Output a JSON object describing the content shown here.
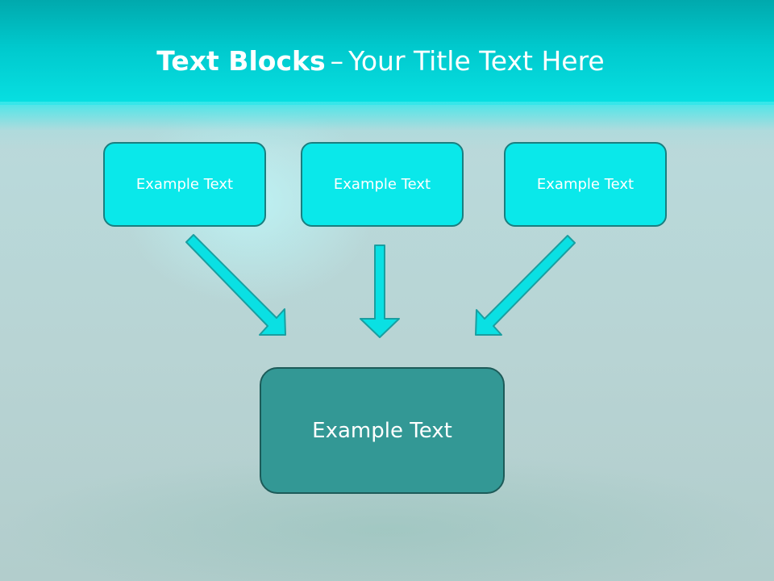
{
  "slide": {
    "title_bold": "Text Blocks",
    "title_separator": "–",
    "title_rest": "Your Title Text Here"
  },
  "diagram": {
    "top_boxes": [
      {
        "label": "Example Text"
      },
      {
        "label": "Example Text"
      },
      {
        "label": "Example Text"
      }
    ],
    "bottom_box": {
      "label": "Example Text"
    }
  },
  "colors": {
    "header": "#00c9cd",
    "top_box_fill": "#0ae8ea",
    "bottom_box_fill": "#339895",
    "arrow_fill": "#0ae0e3",
    "arrow_stroke": "#1a9ea0"
  }
}
